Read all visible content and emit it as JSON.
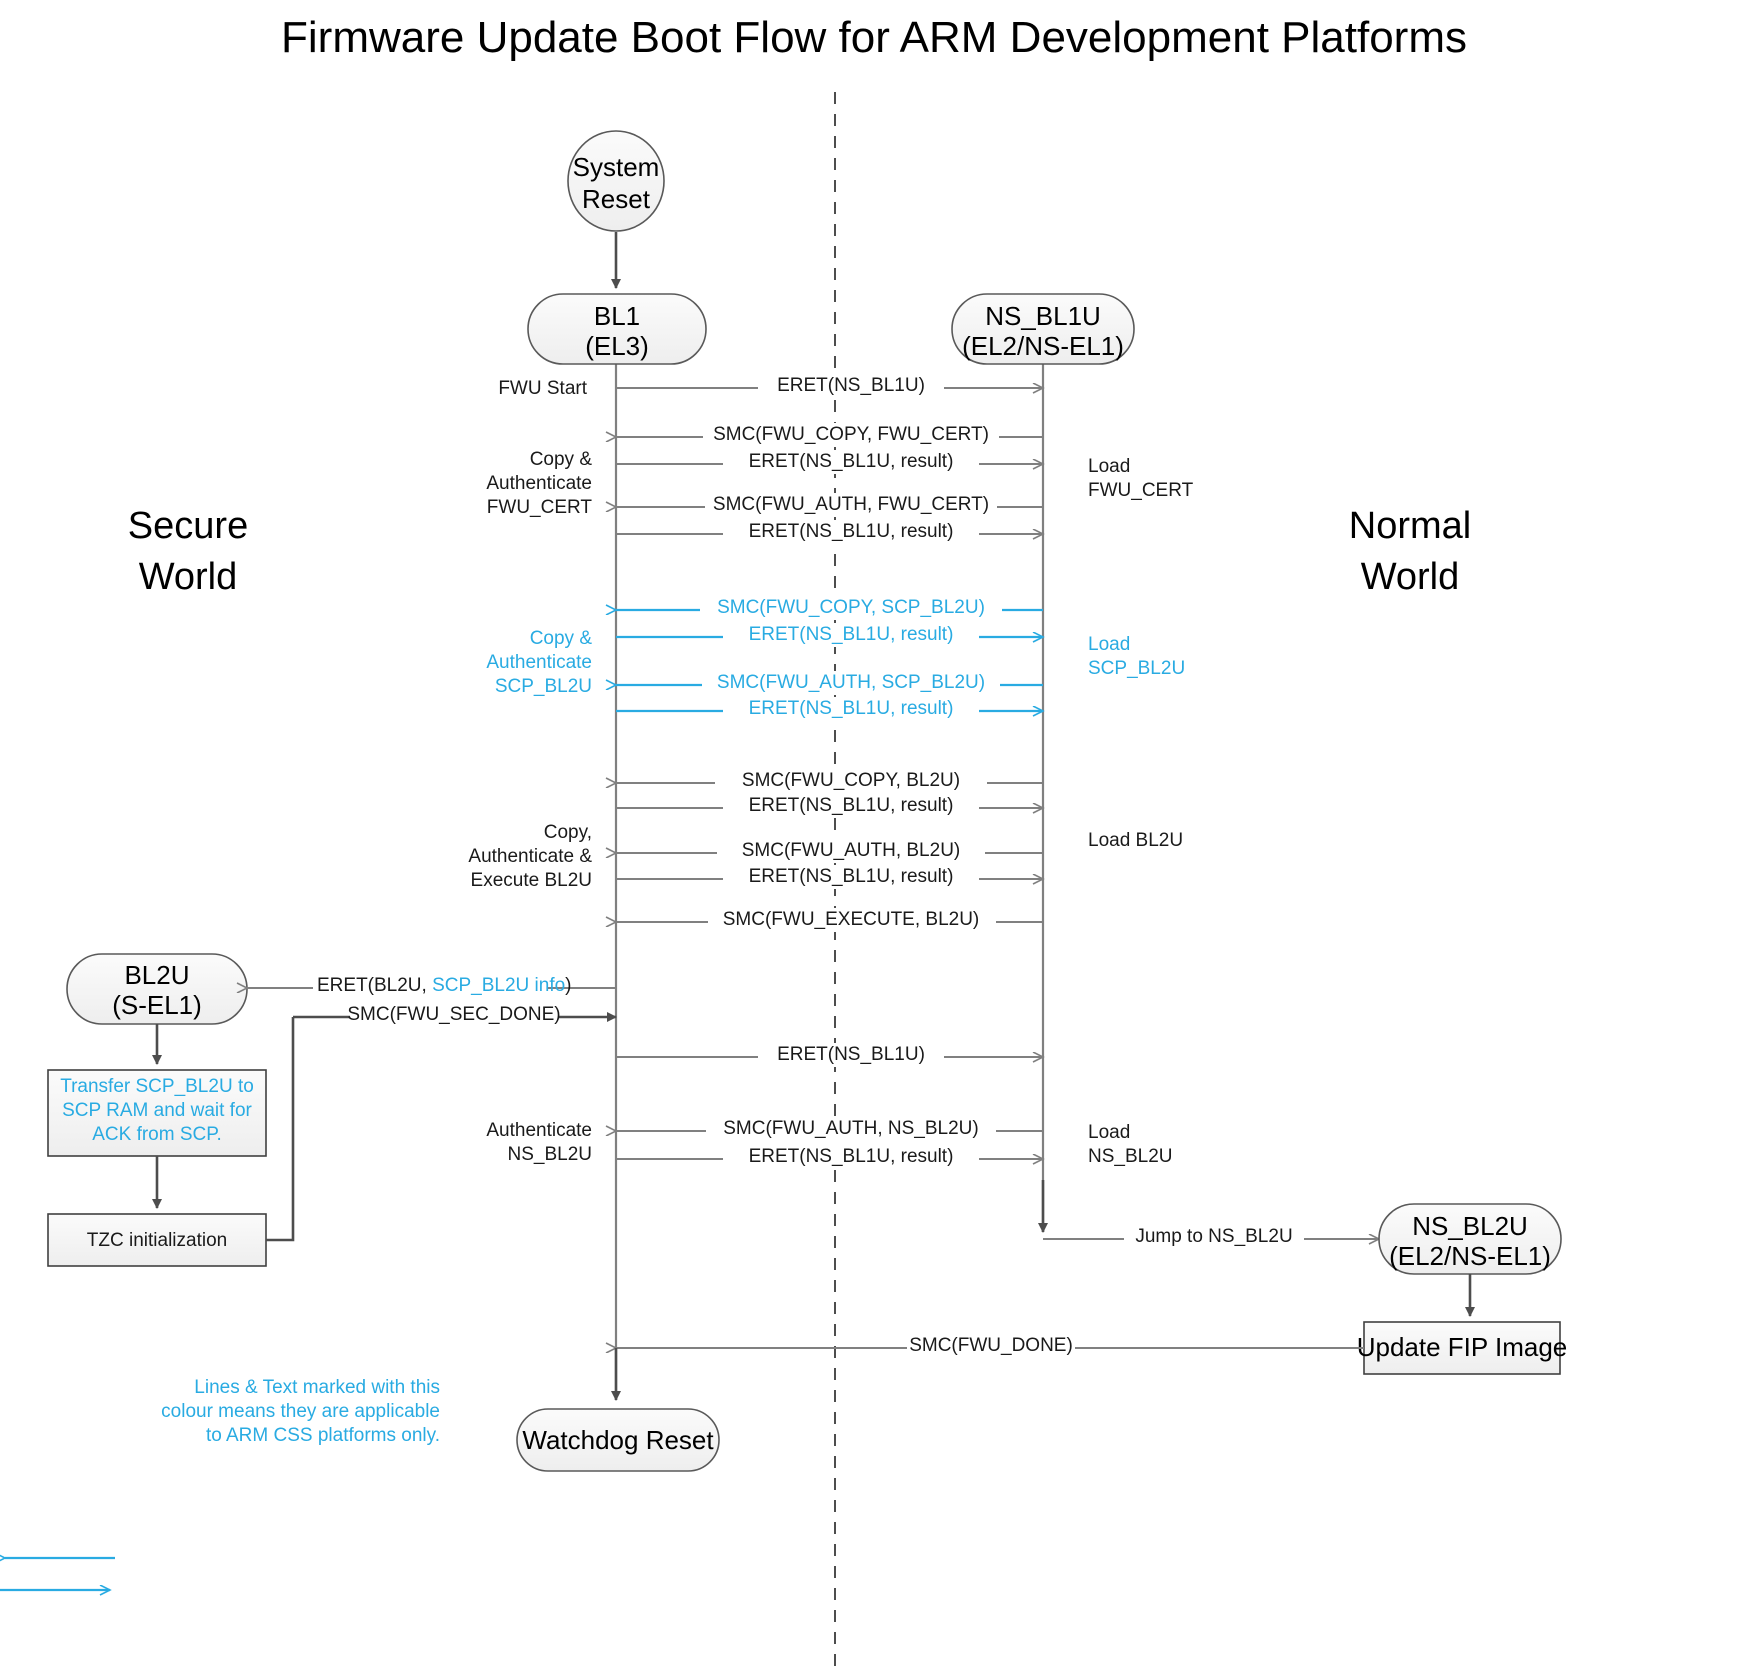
{
  "title": "Firmware Update Boot Flow for ARM Development Platforms",
  "colors": {
    "css_cyan": "#29ABE2",
    "line_gray": "#808080",
    "line_dark": "#4d4d4d",
    "text_black": "#000000",
    "node_fill": "#f2f2f2"
  },
  "worlds": {
    "secure_line1": "Secure",
    "secure_line2": "World",
    "normal_line1": "Normal",
    "normal_line2": "World"
  },
  "nodes": {
    "system_reset": {
      "line1": "System",
      "line2": "Reset"
    },
    "bl1": {
      "line1": "BL1",
      "line2": "(EL3)"
    },
    "ns_bl1u": {
      "line1": "NS_BL1U",
      "line2": "(EL2/NS-EL1)"
    },
    "bl2u": {
      "line1": "BL2U",
      "line2": "(S-EL1)"
    },
    "ns_bl2u": {
      "line1": "NS_BL2U",
      "line2": "(EL2/NS-EL1)"
    },
    "watchdog_reset": {
      "line1": "Watchdog Reset"
    },
    "transfer_box": {
      "line1": "Transfer SCP_BL2U to",
      "line2": "SCP RAM and wait for",
      "line3": "ACK from SCP."
    },
    "tzc_box": {
      "line1": "TZC initialization"
    },
    "update_fip_box": {
      "line1": "Update FIP Image"
    }
  },
  "messages": [
    {
      "id": "m1",
      "label": "ERET(NS_BL1U)",
      "dir": "right",
      "color": "gray"
    },
    {
      "id": "m2",
      "label": "SMC(FWU_COPY, FWU_CERT)",
      "dir": "left",
      "color": "gray"
    },
    {
      "id": "m3",
      "label": "ERET(NS_BL1U, result)",
      "dir": "right",
      "color": "gray"
    },
    {
      "id": "m4",
      "label": "SMC(FWU_AUTH, FWU_CERT)",
      "dir": "left",
      "color": "gray"
    },
    {
      "id": "m5",
      "label": "ERET(NS_BL1U, result)",
      "dir": "right",
      "color": "gray"
    },
    {
      "id": "m6",
      "label": "SMC(FWU_COPY, SCP_BL2U)",
      "dir": "left",
      "color": "cyan"
    },
    {
      "id": "m7",
      "label": "ERET(NS_BL1U, result)",
      "dir": "right",
      "color": "cyan"
    },
    {
      "id": "m8",
      "label": "SMC(FWU_AUTH, SCP_BL2U)",
      "dir": "left",
      "color": "cyan"
    },
    {
      "id": "m9",
      "label": "ERET(NS_BL1U, result)",
      "dir": "right",
      "color": "cyan"
    },
    {
      "id": "m10",
      "label": "SMC(FWU_COPY, BL2U)",
      "dir": "left",
      "color": "gray"
    },
    {
      "id": "m11",
      "label": "ERET(NS_BL1U, result)",
      "dir": "right",
      "color": "gray"
    },
    {
      "id": "m12",
      "label": "SMC(FWU_AUTH, BL2U)",
      "dir": "left",
      "color": "gray"
    },
    {
      "id": "m13",
      "label": "ERET(NS_BL1U, result)",
      "dir": "right",
      "color": "gray"
    },
    {
      "id": "m14",
      "label": "SMC(FWU_EXECUTE, BL2U)",
      "dir": "left",
      "color": "gray"
    },
    {
      "id": "m15",
      "label_a": "ERET(BL2U, ",
      "label_b": "SCP_BL2U info",
      "label_c": ")",
      "dir": "left",
      "color": "gray-mixed"
    },
    {
      "id": "m16",
      "label": "SMC(FWU_SEC_DONE)",
      "dir": "right",
      "color": "dark"
    },
    {
      "id": "m17",
      "label": "ERET(NS_BL1U)",
      "dir": "right",
      "color": "gray"
    },
    {
      "id": "m18",
      "label": "SMC(FWU_AUTH, NS_BL2U)",
      "dir": "left",
      "color": "gray"
    },
    {
      "id": "m19",
      "label": "ERET(NS_BL1U, result)",
      "dir": "right",
      "color": "gray"
    },
    {
      "id": "m20",
      "label": "Jump to NS_BL2U",
      "dir": "right",
      "color": "dark"
    },
    {
      "id": "m21",
      "label": "SMC(FWU_DONE)",
      "dir": "left",
      "color": "gray"
    }
  ],
  "left_annotations": [
    {
      "id": "a1",
      "lines": [
        "FWU Start"
      ],
      "color": "black"
    },
    {
      "id": "a2",
      "lines": [
        "Copy &",
        "Authenticate",
        "FWU_CERT"
      ],
      "color": "black"
    },
    {
      "id": "a3",
      "lines": [
        "Copy &",
        "Authenticate",
        "SCP_BL2U"
      ],
      "color": "cyan"
    },
    {
      "id": "a4",
      "lines": [
        "Copy,",
        "Authenticate &",
        "Execute BL2U"
      ],
      "color": "black"
    },
    {
      "id": "a5",
      "lines": [
        "Authenticate",
        "NS_BL2U"
      ],
      "color": "black"
    }
  ],
  "right_annotations": [
    {
      "id": "r1",
      "lines": [
        "Load",
        "FWU_CERT"
      ],
      "color": "black"
    },
    {
      "id": "r2",
      "lines": [
        "Load",
        "SCP_BL2U"
      ],
      "color": "cyan"
    },
    {
      "id": "r3",
      "lines": [
        "Load BL2U"
      ],
      "color": "black"
    },
    {
      "id": "r4",
      "lines": [
        "Load",
        "NS_BL2U"
      ],
      "color": "black"
    }
  ],
  "legend": {
    "line1": "Lines & Text marked with this",
    "line2": "colour means they are applicable",
    "line3": "to ARM CSS platforms only."
  }
}
